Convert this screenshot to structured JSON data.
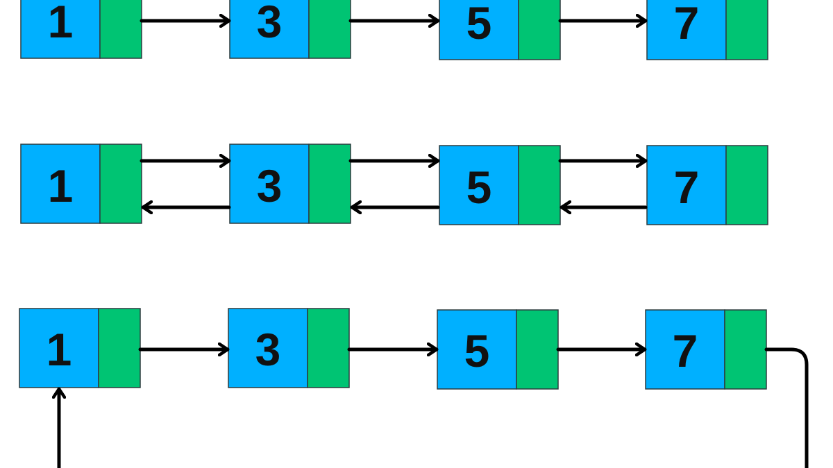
{
  "colors": {
    "data_cell": "#00b0ff",
    "pointer_cell": "#00c473",
    "cell_border": "#2d3b3f",
    "arrow": "#000000",
    "background": "#ffffff"
  },
  "lists": [
    {
      "kind": "singly",
      "nodes": [
        "1",
        "3",
        "5",
        "7"
      ]
    },
    {
      "kind": "doubly",
      "nodes": [
        "1",
        "3",
        "5",
        "7"
      ]
    },
    {
      "kind": "circular",
      "nodes": [
        "1",
        "3",
        "5",
        "7"
      ]
    }
  ]
}
